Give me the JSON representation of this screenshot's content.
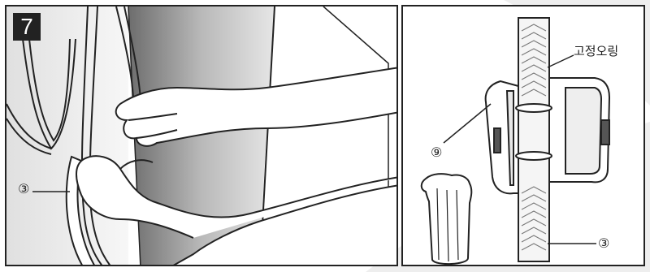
{
  "step_number": "7",
  "left_panel": {
    "callout_marker": "③"
  },
  "right_panel": {
    "label_ring": "고정오링",
    "callout_nine": "⑨",
    "callout_three": "③"
  },
  "colors": {
    "line": "#222222",
    "shade_dark": "#8a8a8a",
    "shade_light": "#d9d9d9",
    "bg_swoosh": "#ececec"
  }
}
